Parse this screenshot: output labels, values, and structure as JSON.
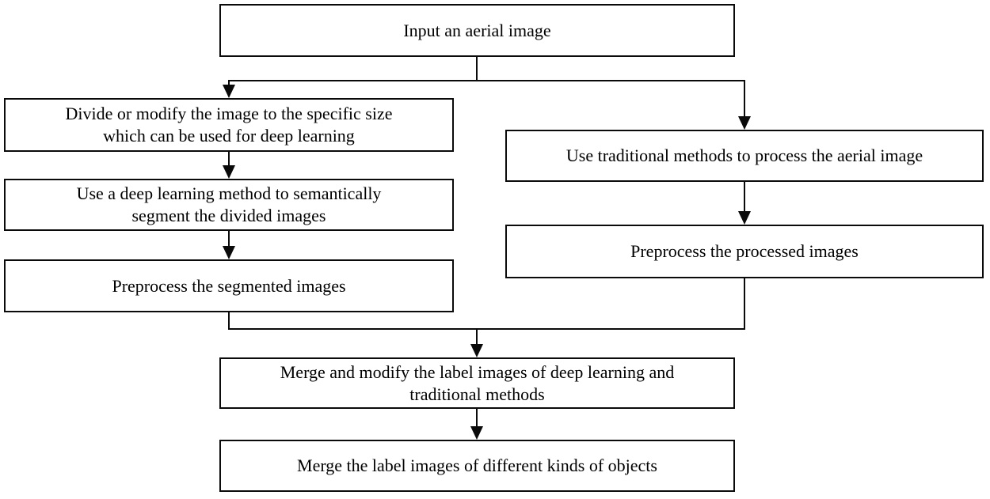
{
  "diagram": {
    "type": "flowchart",
    "background_color": "#ffffff",
    "box_fill_color": "#ffffff",
    "line_color": "#000000",
    "text_color": "#000000"
  },
  "nodes": {
    "input": {
      "label": "Input an aerial image"
    },
    "divide": {
      "label": "Divide or modify the image to the specific size\nwhich can be used for deep learning"
    },
    "deep_segment": {
      "label": "Use a deep learning method to semantically\nsegment the divided images"
    },
    "preprocess_segmented": {
      "label": "Preprocess the segmented images"
    },
    "traditional": {
      "label": "Use traditional methods to process the aerial image"
    },
    "preprocess_processed": {
      "label": "Preprocess the processed images"
    },
    "merge_modify": {
      "label": "Merge and modify the label images of deep learning and\ntraditional methods"
    },
    "merge_objects": {
      "label": "Merge the label images of different kinds of objects"
    }
  },
  "edges": [
    {
      "from": "input",
      "to": "divide"
    },
    {
      "from": "input",
      "to": "traditional"
    },
    {
      "from": "divide",
      "to": "deep_segment"
    },
    {
      "from": "deep_segment",
      "to": "preprocess_segmented"
    },
    {
      "from": "traditional",
      "to": "preprocess_processed"
    },
    {
      "from": "preprocess_segmented",
      "to": "merge_modify"
    },
    {
      "from": "preprocess_processed",
      "to": "merge_modify"
    },
    {
      "from": "merge_modify",
      "to": "merge_objects"
    }
  ]
}
